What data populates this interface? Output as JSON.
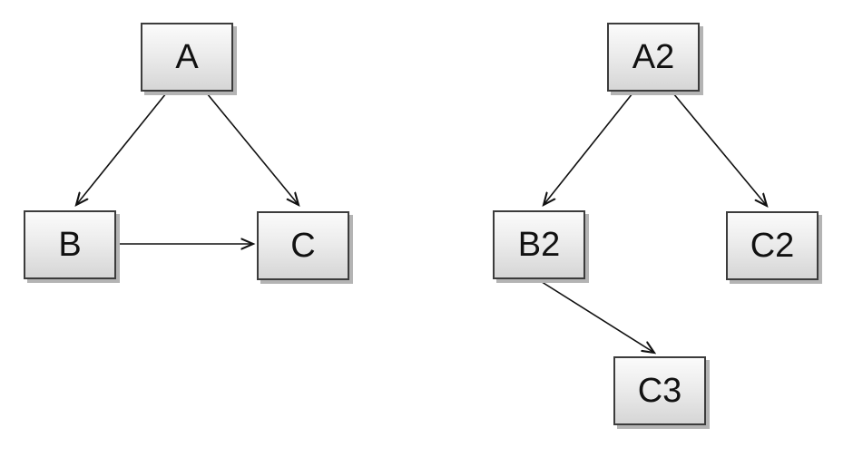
{
  "graphs": [
    {
      "name": "left-graph",
      "nodes": [
        {
          "id": "A",
          "label": "A"
        },
        {
          "id": "B",
          "label": "B"
        },
        {
          "id": "C",
          "label": "C"
        }
      ],
      "edges": [
        {
          "from": "A",
          "to": "B"
        },
        {
          "from": "A",
          "to": "C"
        },
        {
          "from": "B",
          "to": "C"
        }
      ]
    },
    {
      "name": "right-graph",
      "nodes": [
        {
          "id": "A2",
          "label": "A2"
        },
        {
          "id": "B2",
          "label": "B2"
        },
        {
          "id": "C2",
          "label": "C2"
        },
        {
          "id": "C3",
          "label": "C3"
        }
      ],
      "edges": [
        {
          "from": "A2",
          "to": "B2"
        },
        {
          "from": "A2",
          "to": "C2"
        },
        {
          "from": "B2",
          "to": "C3"
        }
      ]
    }
  ],
  "colors": {
    "background": "#ffffff",
    "node_fill_top": "#fbfbfb",
    "node_fill_bottom": "#d6d6d6",
    "node_border": "#3c3c3c",
    "node_shadow": "#b4b4b4",
    "edge": "#111111",
    "label": "#111111"
  }
}
